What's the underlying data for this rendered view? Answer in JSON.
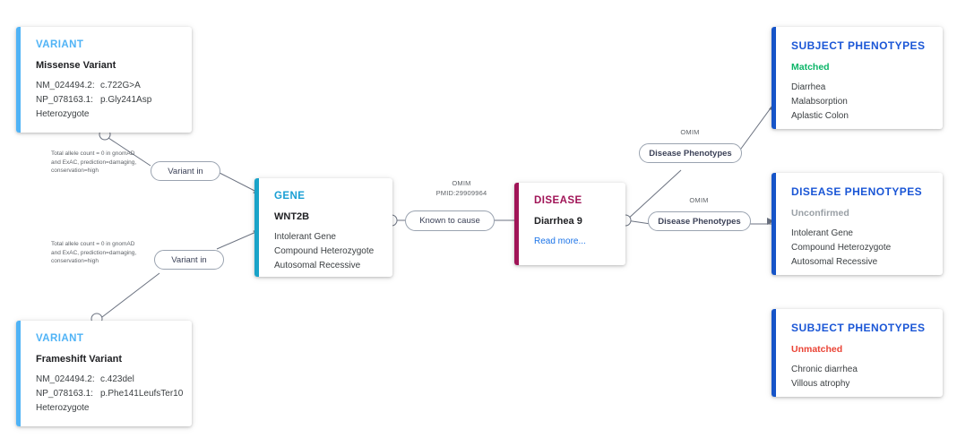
{
  "diagram": {
    "type": "variant-gene-disease-phenotype-graph"
  },
  "colors": {
    "variant_accent": "#4fb3f6",
    "gene_accent": "#1aa3c8",
    "disease_accent": "#a01457",
    "phenotype_accent": "#1654c8",
    "variant_title": "#4fb3f6",
    "gene_title": "#1a9fd4",
    "disease_title": "#a01457",
    "phenotype_title": "#1a56d6",
    "matched": "#0bb568",
    "unconfirmed": "#9aa0a6",
    "unmatched": "#ea4335",
    "link": "#1a73e8",
    "edge": "#6b7280"
  },
  "cards": {
    "variant_top": {
      "title": "VARIANT",
      "subtitle": "Missense Variant",
      "rows": [
        {
          "key": "NM_024494.2:",
          "value": "c.722G>A"
        },
        {
          "key": "NP_078163.1:",
          "value": "p.Gly241Asp"
        }
      ],
      "zygosity": "Heterozygote"
    },
    "variant_bottom": {
      "title": "VARIANT",
      "subtitle": "Frameshift Variant",
      "rows": [
        {
          "key": "NM_024494.2:",
          "value": "c.423del"
        },
        {
          "key": "NP_078163.1:",
          "value": "p.Phe141LeufsTer10"
        }
      ],
      "zygosity": "Heterozygote"
    },
    "gene": {
      "title": "GENE",
      "subtitle": "WNT2B",
      "items": [
        "Intolerant Gene",
        "Compound Heterozygote",
        "Autosomal Recessive"
      ]
    },
    "disease": {
      "title": "DISEASE",
      "subtitle": "Diarrhea 9",
      "link": "Read more..."
    },
    "subject_phenotypes_matched": {
      "title": "SUBJECT PHENOTYPES",
      "status": "Matched",
      "items": [
        "Diarrhea",
        "Malabsorption",
        "Aplastic Colon"
      ]
    },
    "disease_phenotypes": {
      "title": "DISEASE PHENOTYPES",
      "status": "Unconfirmed",
      "items": [
        "Intolerant Gene",
        "Compound Heterozygote",
        "Autosomal Recessive"
      ]
    },
    "subject_phenotypes_unmatched": {
      "title": "SUBJECT PHENOTYPES",
      "status": "Unmatched",
      "items": [
        "Chronic diarrhea",
        "Villous atrophy"
      ]
    }
  },
  "edges": {
    "variant_in_top": "Variant in",
    "variant_in_bottom": "Variant in",
    "known_to_cause": "Known to cause",
    "disease_phenotypes_top": "Disease Phenotypes",
    "disease_phenotypes_bottom": "Disease Phenotypes",
    "omim_gene_disease_source": "OMIM",
    "omim_gene_disease_pmid": "PMID:29909964",
    "omim_top": "OMIM",
    "omim_bottom": "OMIM",
    "note_top": "Total allele count = 0 in gnomAD and ExAC, prediction=damaging, conservation=high",
    "note_bottom": "Total allele count = 0 in gnomAD and ExAC, prediction=damaging, conservation=high"
  }
}
